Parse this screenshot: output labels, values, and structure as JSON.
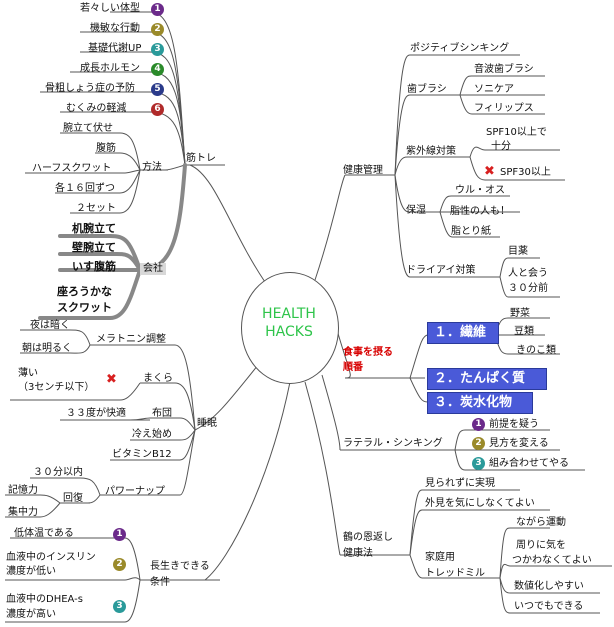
{
  "center": {
    "line1": "HEALTH",
    "line2": "HACKS"
  },
  "kintore": {
    "label": "筋トレ",
    "benefits": [
      "若々しい体型",
      "機敏な行動",
      "基礎代謝UP",
      "成長ホルモン",
      "骨粗しょう症の予防",
      "むくみの軽減"
    ],
    "benefit_numbers": [
      "1",
      "2",
      "3",
      "4",
      "5",
      "6"
    ],
    "method": {
      "label": "方法",
      "items": [
        "腕立て伏せ",
        "腹筋",
        "ハーフスクワット",
        "各１６回ずつ",
        "２セット"
      ]
    },
    "company": {
      "label": "会社",
      "items": [
        "机腕立て",
        "壁腕立て",
        "いす腹筋",
        "座ろうかな",
        "スクワット"
      ]
    }
  },
  "suimin": {
    "label": "睡眠",
    "melatonin": {
      "label": "メラトニン調整",
      "items": [
        "夜は暗く",
        "朝は明るく"
      ]
    },
    "makura": {
      "label": "まくら",
      "items": [
        "薄い",
        "（3センチ以下）"
      ]
    },
    "futon": {
      "label": "布団",
      "item": "３３度が快適"
    },
    "hiejiki": "冷え始め",
    "vitamin": "ビタミンB12",
    "nap": {
      "label": "パワーナップ",
      "sub_label": "回復",
      "items": [
        "３０分以内",
        "記憶力",
        "集中力"
      ]
    }
  },
  "longevity": {
    "label_line1": "長生きできる",
    "label_line2": "条件",
    "items": [
      "低体温である",
      "血液中のインスリン",
      "濃度が低い",
      "血液中のDHEA-s",
      "濃度が高い"
    ],
    "numbers": [
      "1",
      "2",
      "3"
    ]
  },
  "kenko": {
    "label": "健康管理",
    "positive": "ポジティブシンキング",
    "toothbrush": {
      "label": "歯ブラシ",
      "items": [
        "音波歯ブラシ",
        "ソニケア",
        "フィリップス"
      ]
    },
    "uv": {
      "label": "紫外線対策",
      "items": [
        "SPF10以上で",
        "十分",
        "SPF30以上"
      ]
    },
    "moist": {
      "label": "保湿",
      "items": [
        "ウル・オス",
        "脂性の人も！",
        "脂とり紙"
      ]
    },
    "dryeye": {
      "label": "ドライアイ対策",
      "items": [
        "目薬",
        "人と会う",
        "３０分前"
      ]
    }
  },
  "meal": {
    "label_line1": "食事を摂る",
    "label_line2": "順番",
    "first": "１．繊維",
    "fiber_items": [
      "野菜",
      "豆類",
      "きのこ類"
    ],
    "second": "２．たんぱく質",
    "third": "３．炭水化物"
  },
  "lateral": {
    "label": "ラテラル・シンキング",
    "items": [
      "前提を疑う",
      "見方を変える",
      "組み合わせてやる"
    ],
    "numbers": [
      "1",
      "2",
      "3"
    ]
  },
  "exercise": {
    "label_line1": "鶴の恩返し",
    "label_line2": "健康法",
    "items": [
      "見られずに実現",
      "外見を気にしなくてよい"
    ],
    "treadmill": {
      "label_line1": "家庭用",
      "label_line2": "トレッドミル",
      "items": [
        "ながら運動",
        "周りに気を",
        "つかわなくてよい",
        "数値化しやすい",
        "いつでもできる"
      ]
    }
  },
  "colors": {
    "accent_green": "#2ec44a",
    "highlight_blue": "#4a5ad8",
    "badge_purple": "#6b2a8a",
    "badge_olive": "#9a8a2a",
    "badge_teal": "#2a9a9a",
    "badge_green": "#2a8a2a",
    "badge_navy": "#2a3a8a",
    "badge_red": "#b02a2a"
  }
}
